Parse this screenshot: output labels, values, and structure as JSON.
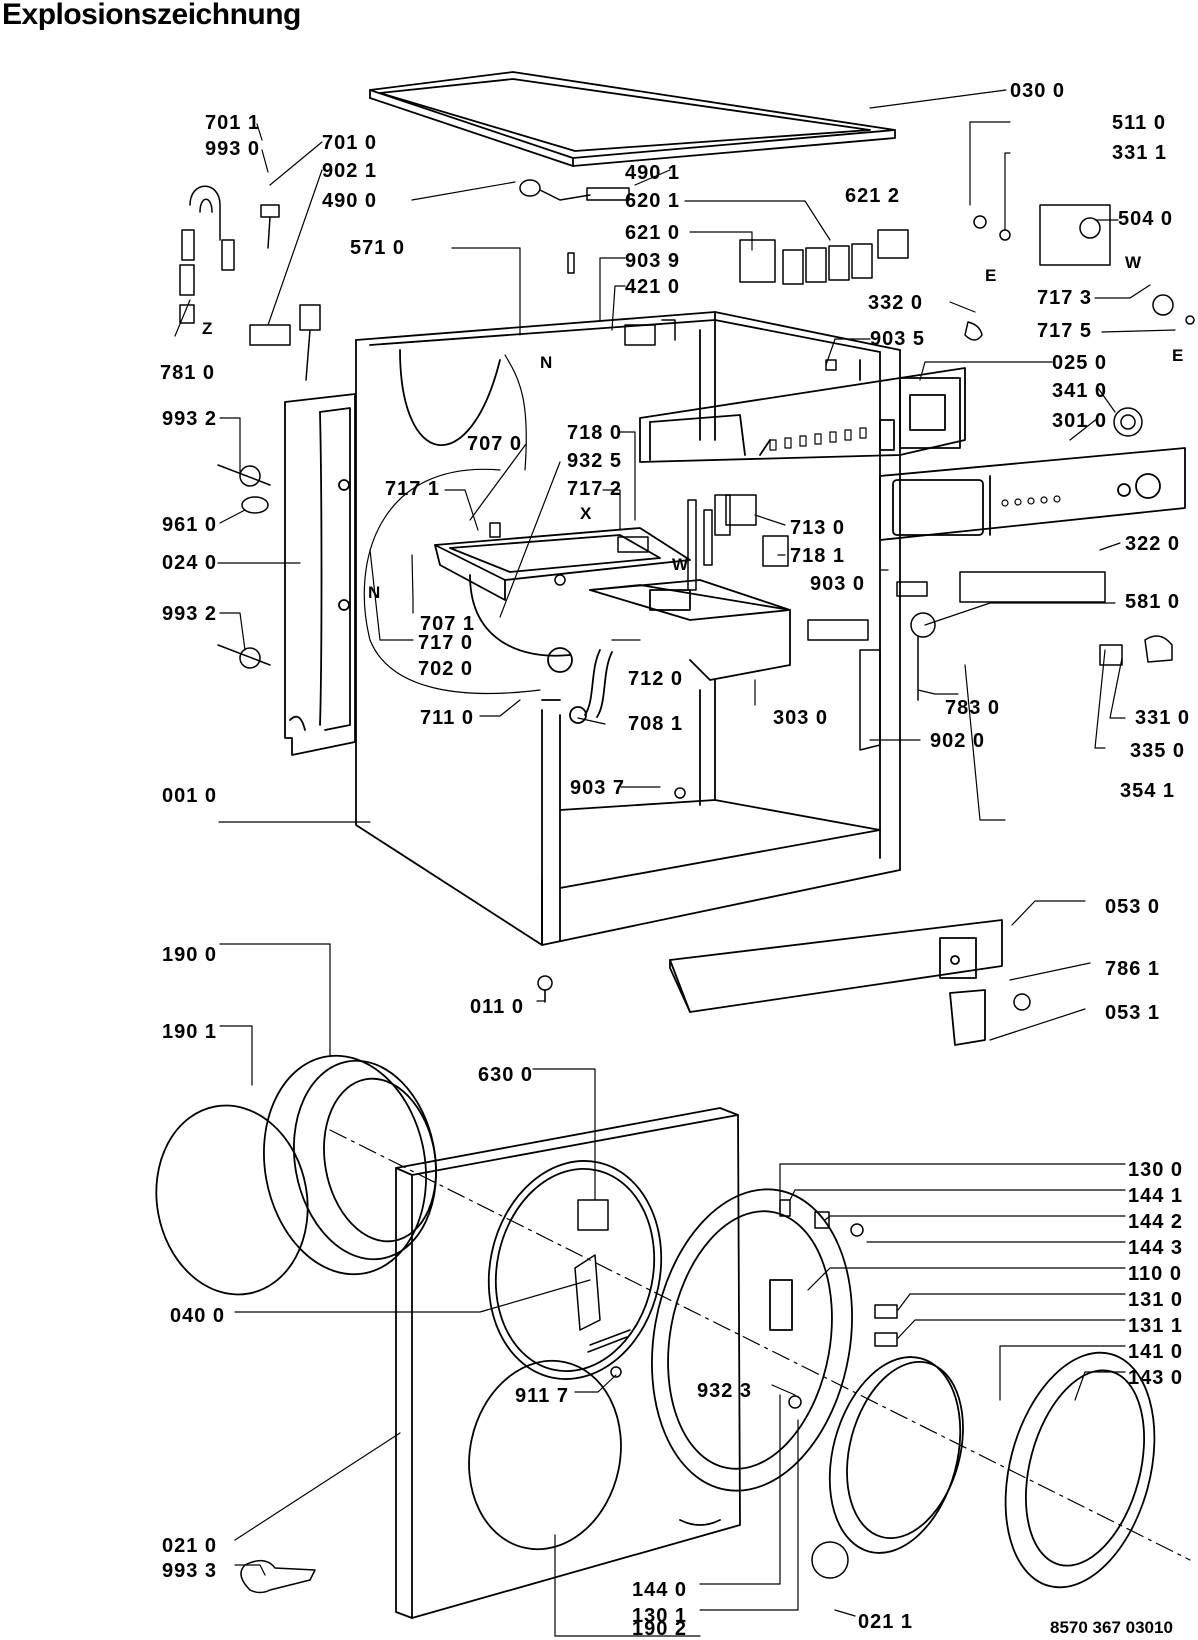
{
  "title": "Explosionszeichnung",
  "document_code": "8570 367 03010",
  "colors": {
    "line": "#000000",
    "background": "#ffffff"
  },
  "callouts": [
    {
      "id": "c0300",
      "label": "030 0"
    },
    {
      "id": "c5110",
      "label": "511 0"
    },
    {
      "id": "c3311",
      "label": "331 1"
    },
    {
      "id": "c7011",
      "label": "701 1"
    },
    {
      "id": "c9930",
      "label": "993 0"
    },
    {
      "id": "c7010",
      "label": "701 0"
    },
    {
      "id": "c9021",
      "label": "902 1"
    },
    {
      "id": "c4900",
      "label": "490 0"
    },
    {
      "id": "c4901",
      "label": "490 1"
    },
    {
      "id": "c6201",
      "label": "620 1"
    },
    {
      "id": "c6212",
      "label": "621 2"
    },
    {
      "id": "c5040",
      "label": "504 0"
    },
    {
      "id": "c5710",
      "label": "571 0"
    },
    {
      "id": "c6210",
      "label": "621 0"
    },
    {
      "id": "c9039",
      "label": "903 9"
    },
    {
      "id": "c4210",
      "label": "421 0"
    },
    {
      "id": "c3320",
      "label": "332 0"
    },
    {
      "id": "c7173",
      "label": "717 3"
    },
    {
      "id": "c7175",
      "label": "717 5"
    },
    {
      "id": "c9035",
      "label": "903 5"
    },
    {
      "id": "c0250",
      "label": "025 0"
    },
    {
      "id": "c7810",
      "label": "781 0"
    },
    {
      "id": "c9932a",
      "label": "993 2"
    },
    {
      "id": "c3410",
      "label": "341 0"
    },
    {
      "id": "c3010",
      "label": "301 0"
    },
    {
      "id": "c7180",
      "label": "718 0"
    },
    {
      "id": "c7070",
      "label": "707 0"
    },
    {
      "id": "c9325",
      "label": "932 5"
    },
    {
      "id": "c7171",
      "label": "717 1"
    },
    {
      "id": "c7172",
      "label": "717 2"
    },
    {
      "id": "c9610",
      "label": "961 0"
    },
    {
      "id": "c7130",
      "label": "713 0"
    },
    {
      "id": "c0240",
      "label": "024 0"
    },
    {
      "id": "c7181",
      "label": "718 1"
    },
    {
      "id": "c3220",
      "label": "322 0"
    },
    {
      "id": "c9030",
      "label": "903 0"
    },
    {
      "id": "c5810",
      "label": "581 0"
    },
    {
      "id": "c9932b",
      "label": "993 2"
    },
    {
      "id": "c7071",
      "label": "707 1"
    },
    {
      "id": "c7170",
      "label": "717 0"
    },
    {
      "id": "c7020",
      "label": "702 0"
    },
    {
      "id": "c7120",
      "label": "712 0"
    },
    {
      "id": "c7830",
      "label": "783 0"
    },
    {
      "id": "c3310",
      "label": "331 0"
    },
    {
      "id": "c7110",
      "label": "711 0"
    },
    {
      "id": "c7081",
      "label": "708 1"
    },
    {
      "id": "c3030",
      "label": "303 0"
    },
    {
      "id": "c9020",
      "label": "902 0"
    },
    {
      "id": "c3350",
      "label": "335 0"
    },
    {
      "id": "c9037",
      "label": "903 7"
    },
    {
      "id": "c0010",
      "label": "001 0"
    },
    {
      "id": "c3541",
      "label": "354 1"
    },
    {
      "id": "c0530",
      "label": "053 0"
    },
    {
      "id": "c1900",
      "label": "190 0"
    },
    {
      "id": "c7861",
      "label": "786 1"
    },
    {
      "id": "c0110",
      "label": "011 0"
    },
    {
      "id": "c0531",
      "label": "053 1"
    },
    {
      "id": "c1901",
      "label": "190 1"
    },
    {
      "id": "c6300",
      "label": "630 0"
    },
    {
      "id": "c1300",
      "label": "130 0"
    },
    {
      "id": "c1441",
      "label": "144 1"
    },
    {
      "id": "c1442",
      "label": "144 2"
    },
    {
      "id": "c1443",
      "label": "144 3"
    },
    {
      "id": "c0400",
      "label": "040 0"
    },
    {
      "id": "c1100",
      "label": "110 0"
    },
    {
      "id": "c1310",
      "label": "131 0"
    },
    {
      "id": "c1311",
      "label": "131 1"
    },
    {
      "id": "c1410",
      "label": "141 0"
    },
    {
      "id": "c1430",
      "label": "143 0"
    },
    {
      "id": "c9323",
      "label": "932 3"
    },
    {
      "id": "c9117",
      "label": "911 7"
    },
    {
      "id": "c0210",
      "label": "021 0"
    },
    {
      "id": "c9933",
      "label": "993 3"
    },
    {
      "id": "c1440",
      "label": "144 0"
    },
    {
      "id": "c1301",
      "label": "130 1"
    },
    {
      "id": "c0211",
      "label": "021 1"
    },
    {
      "id": "c1902",
      "label": "190 2"
    }
  ],
  "letter_marks": [
    {
      "id": "mZ",
      "label": "Z"
    },
    {
      "id": "mN1",
      "label": "N"
    },
    {
      "id": "mN2",
      "label": "N"
    },
    {
      "id": "mX",
      "label": "X"
    },
    {
      "id": "mW1",
      "label": "W"
    },
    {
      "id": "mW2",
      "label": "W"
    },
    {
      "id": "mE1",
      "label": "E"
    },
    {
      "id": "mE2",
      "label": "E"
    }
  ]
}
